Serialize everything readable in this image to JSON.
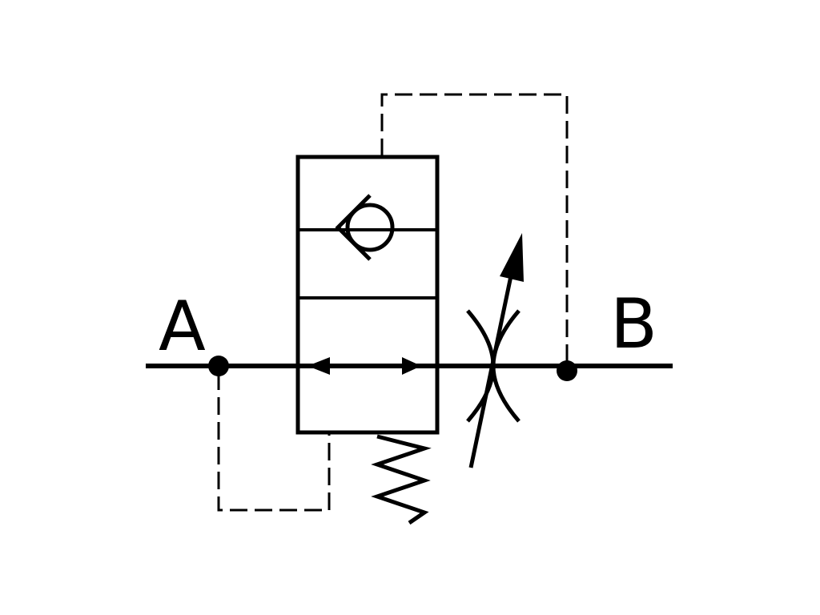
{
  "diagram": {
    "port_a_label": "A",
    "port_b_label": "B",
    "symbols": {
      "valve_body": "two-position-valve-envelope",
      "check_valve": "check-valve-icon",
      "flow_direction": "flow-arrow-icon",
      "throttle": "variable-orifice-icon",
      "spring": "return-spring-icon",
      "pilot_lines": "dashed-pilot-line",
      "junctions": "junction-dot"
    },
    "colors": {
      "ink": "#000000",
      "paper": "#ffffff"
    }
  }
}
